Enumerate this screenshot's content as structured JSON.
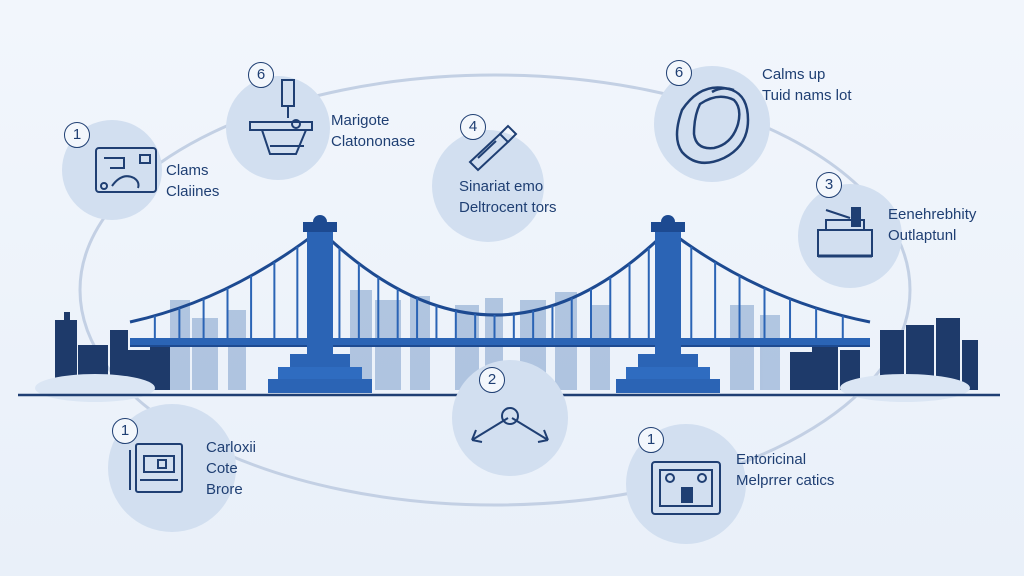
{
  "colors": {
    "primary": "#1f3f73",
    "bridge": "#2b64b5",
    "bridge_dark": "#1d4a91",
    "circle_fill": "#d2dff0",
    "ring": "#b9c8df"
  },
  "steps": [
    {
      "number": "1",
      "icon": "clamps-icon",
      "line1": "Clams",
      "line2": "Claiines",
      "line3": ""
    },
    {
      "number": "6",
      "icon": "machine-icon",
      "line1": "Marigote",
      "line2": "Clatononase",
      "line3": ""
    },
    {
      "number": "4",
      "icon": "wrench-icon",
      "line1": "Sinariat emo",
      "line2": "Deltrocent tors",
      "line3": ""
    },
    {
      "number": "6",
      "icon": "cable-frame-icon",
      "line1": "Calms up",
      "line2": "Tuid nams lot",
      "line3": ""
    },
    {
      "number": "3",
      "icon": "press-icon",
      "line1": "Eenehrebhity",
      "line2": "Outlaptunl",
      "line3": ""
    },
    {
      "number": "2",
      "icon": "arrows-icon",
      "line1": "",
      "line2": "",
      "line3": ""
    },
    {
      "number": "1",
      "icon": "panel-icon",
      "line1": "Carloxii",
      "line2": "Cote",
      "line3": "Brore"
    },
    {
      "number": "1",
      "icon": "control-box-icon",
      "line1": "Entoricinal",
      "line2": "Melprrer catics",
      "line3": ""
    }
  ]
}
